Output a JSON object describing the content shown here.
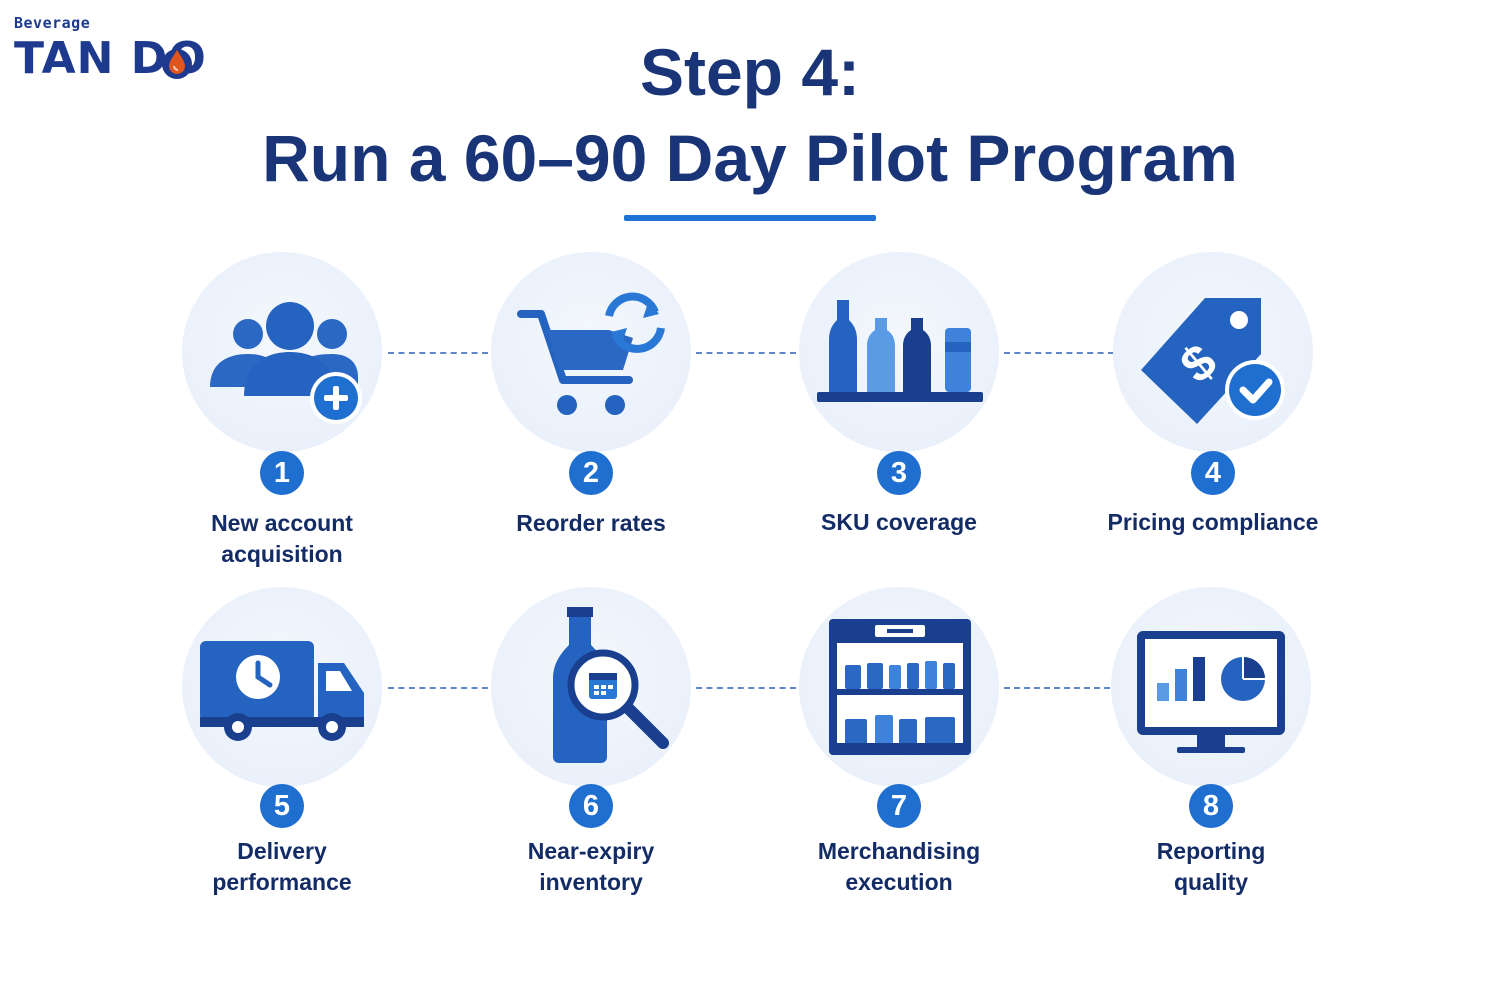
{
  "logo": {
    "small": "Beverage",
    "big": "TAN DO"
  },
  "title": {
    "line1": "Step 4:",
    "line2": "Run a 60–90 Day Pilot Program"
  },
  "colors": {
    "navy": "#1a3478",
    "accent": "#1f73d6",
    "circle": "#eaf1fb",
    "icon": "#1f5fb8"
  },
  "steps": [
    {
      "number": "1",
      "label": [
        "New account",
        "acquisition"
      ],
      "icon": "users-add-icon"
    },
    {
      "number": "2",
      "label": [
        "Reorder rates"
      ],
      "icon": "cart-refresh-icon"
    },
    {
      "number": "3",
      "label": [
        "SKU coverage"
      ],
      "icon": "bottles-shelf-icon"
    },
    {
      "number": "4",
      "label": [
        "Pricing compliance"
      ],
      "icon": "price-tag-check-icon"
    },
    {
      "number": "5",
      "label": [
        "Delivery",
        "performance"
      ],
      "icon": "delivery-truck-icon"
    },
    {
      "number": "6",
      "label": [
        "Near-expiry",
        "inventory"
      ],
      "icon": "bottle-magnifier-icon"
    },
    {
      "number": "7",
      "label": [
        "Merchandising",
        "execution"
      ],
      "icon": "store-shelf-icon"
    },
    {
      "number": "8",
      "label": [
        "Reporting",
        "quality"
      ],
      "icon": "monitor-chart-icon"
    }
  ]
}
